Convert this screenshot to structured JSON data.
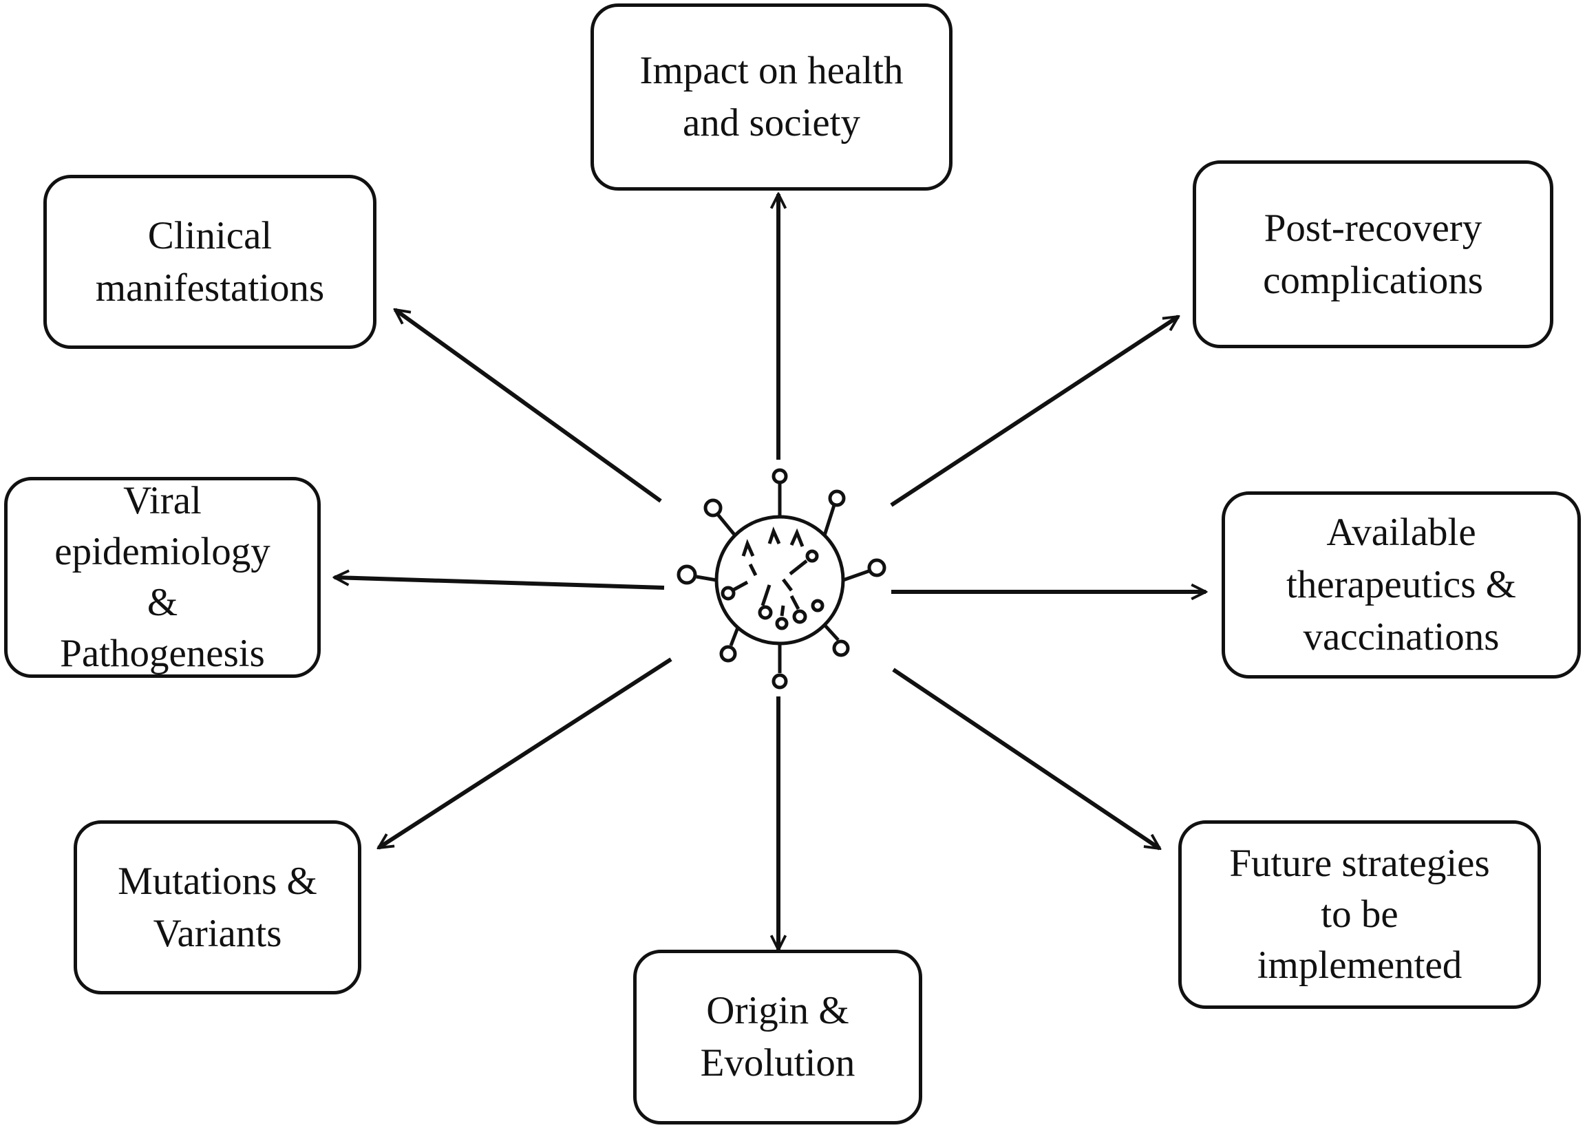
{
  "diagram": {
    "colors": {
      "stroke": "#111111",
      "background": "#ffffff"
    },
    "center_icon": "virus-icon",
    "nodes": {
      "impact": {
        "label": "Impact on health\nand society"
      },
      "clinical": {
        "label": "Clinical\nmanifestations"
      },
      "post": {
        "label": "Post-recovery\ncomplications"
      },
      "viral": {
        "label": "Viral\nepidemiology\n&\nPathogenesis"
      },
      "available": {
        "label": "Available\ntherapeutics &\nvaccinations"
      },
      "mutations": {
        "label": "Mutations &\nVariants"
      },
      "future": {
        "label": "Future strategies\nto be\nimplemented"
      },
      "origin": {
        "label": "Origin &\nEvolution"
      }
    }
  }
}
